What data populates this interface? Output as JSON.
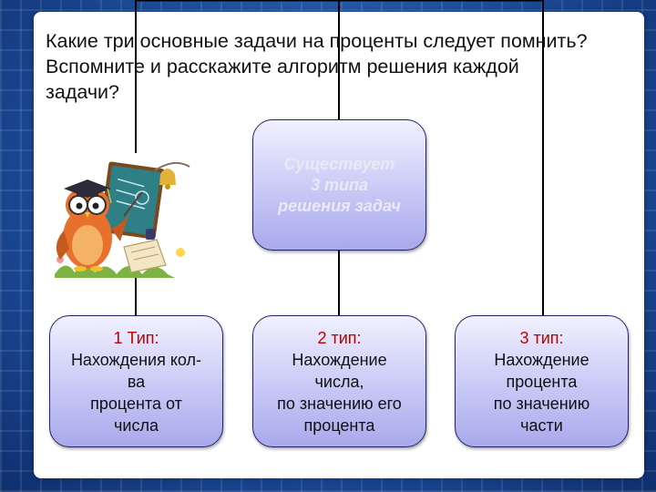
{
  "question": {
    "lines": [
      "Какие три основные задачи на проценты следует помнить?",
      "Вспомните и расскажите алгоритм решения каждой задачи?"
    ]
  },
  "center": {
    "lines": [
      "Существует",
      "3 типа",
      "решения задач"
    ]
  },
  "types": [
    {
      "title": "1 Тип:",
      "lines": [
        "Нахождения кол-",
        "ва",
        "процента от",
        "числа"
      ]
    },
    {
      "title": "2 тип:",
      "lines": [
        "Нахождение",
        "числа,",
        "по значению его",
        "процента"
      ]
    },
    {
      "title": "3 тип:",
      "lines": [
        "Нахождение",
        "процента",
        "по значению",
        "части"
      ]
    }
  ],
  "illustration": {
    "icon": "owl-teacher-icon"
  },
  "colors": {
    "type_title": "#c00000",
    "box_border": "#23236b",
    "background": "#1d4f9e"
  }
}
